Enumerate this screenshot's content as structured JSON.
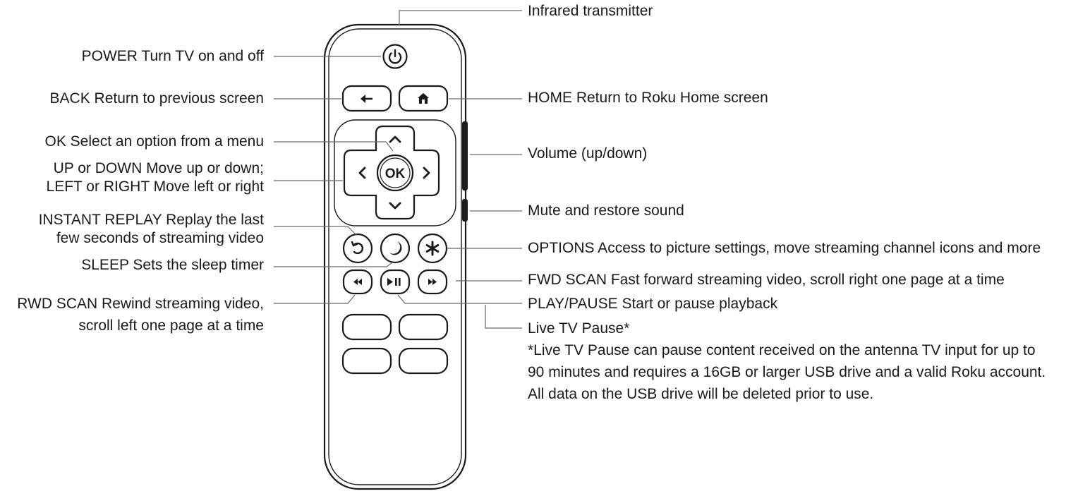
{
  "remote": {
    "ok_label": "OK",
    "buttons": {
      "power": "power-icon",
      "back": "back-arrow-icon",
      "home": "home-icon",
      "up": "chevron-up-icon",
      "down": "chevron-down-icon",
      "left": "chevron-left-icon",
      "right": "chevron-right-icon",
      "replay": "instant-replay-icon",
      "sleep": "moon-icon",
      "options": "asterisk-icon",
      "rewind": "rewind-icon",
      "play_pause": "play-pause-icon",
      "fast_forward": "fast-forward-icon"
    }
  },
  "labels": {
    "infrared": "Infrared transmitter",
    "power": "POWER Turn TV on and off",
    "back": "BACK Return to previous screen",
    "home": "HOME Return to Roku Home screen",
    "ok": "OK Select an option from a menu",
    "volume": "Volume (up/down)",
    "updown_1": "UP or DOWN Move up or down;",
    "updown_2": "LEFT or RIGHT Move left or right",
    "mute": "Mute and restore sound",
    "replay_1": "INSTANT REPLAY Replay the last",
    "replay_2": "few seconds of streaming video",
    "options": "OPTIONS Access to picture settings, move streaming channel icons and more",
    "sleep": "SLEEP Sets the sleep timer",
    "fwd": "FWD SCAN Fast forward streaming video, scroll right one page at a time",
    "rwd_1": "RWD SCAN Rewind streaming video,",
    "rwd_2": "scroll left one page at a time",
    "playpause": "PLAY/PAUSE Start or pause playback",
    "livetv": "Live TV Pause*",
    "note_1": "*Live TV Pause can pause content received on the antenna TV input for up to",
    "note_2": "90 minutes and requires a 16GB or larger USB drive and a valid Roku account.",
    "note_3": "All data on the USB drive will be deleted prior to use."
  },
  "colors": {
    "ink": "#1a1a1a",
    "leader": "#6a6a6a"
  }
}
